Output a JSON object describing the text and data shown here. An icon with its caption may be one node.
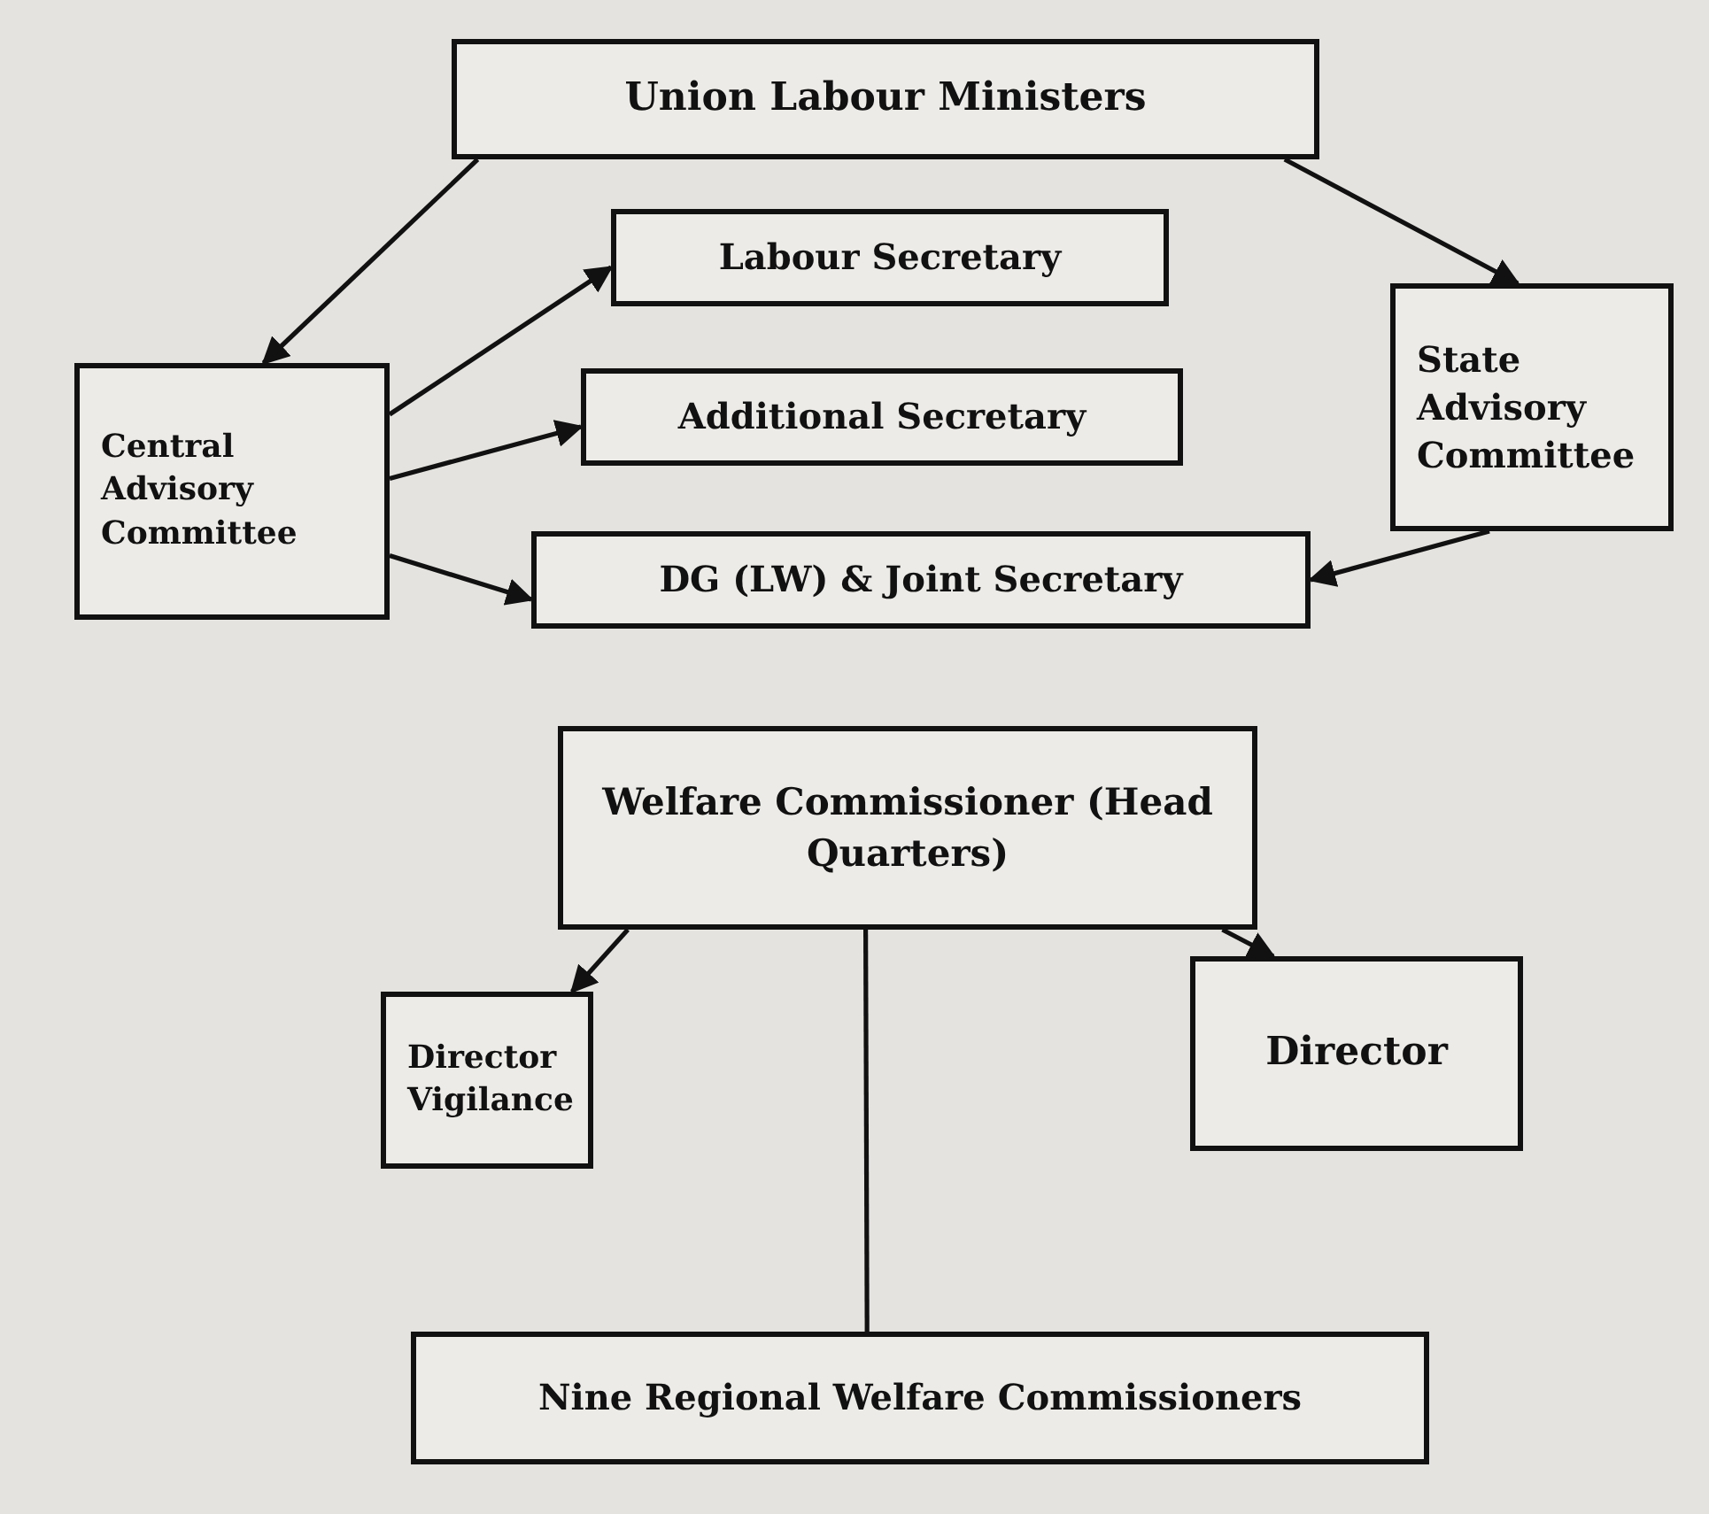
{
  "diagram": {
    "nodes": [
      {
        "text": [
          "Union Labour Ministers"
        ]
      },
      {
        "text": [
          "Labour Secretary"
        ]
      },
      {
        "text": [
          "Central Advisory Committee"
        ]
      },
      {
        "text": [
          "Additional Secretary"
        ]
      },
      {
        "text": [
          "State Advisory Committee"
        ]
      },
      {
        "text": [
          "DG (LW) & Joint Secretary"
        ]
      },
      {
        "text": [
          "Welfare Commissioner (Head Quarters)"
        ]
      },
      {
        "text": [
          "Director Vigilance"
        ]
      },
      {
        "text": [
          "Director"
        ]
      },
      {
        "text": [
          "Nine Regional Welfare Commissioners"
        ]
      }
    ],
    "edges": [
      {
        "from": 0,
        "to": 2,
        "arrow": "to"
      },
      {
        "from": 0,
        "to": 4,
        "arrow": "to"
      },
      {
        "from": 2,
        "to": 1,
        "arrow": "to"
      },
      {
        "from": 2,
        "to": 3,
        "arrow": "to"
      },
      {
        "from": 2,
        "to": 5,
        "arrow": "to"
      },
      {
        "from": 4,
        "to": 5,
        "arrow": "to"
      },
      {
        "from": 6,
        "to": 7,
        "arrow": "to"
      },
      {
        "from": 6,
        "to": 8,
        "arrow": "to"
      },
      {
        "from": 6,
        "to": 9,
        "arrow": "none"
      }
    ]
  }
}
